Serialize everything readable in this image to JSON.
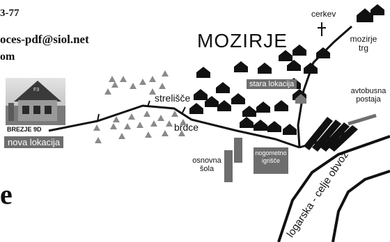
{
  "header": {
    "line1": "3-77",
    "line2": "oces-pdf@siol.net",
    "line3": "om",
    "large_char": "e"
  },
  "map": {
    "town": "MOZIRJE",
    "labels": {
      "cerkev": "cerkev",
      "mozirje_trg_1": "mozirje",
      "mozirje_trg_2": "trg",
      "strelisce": "strelišče",
      "brdce": "brdce",
      "stara_lokacija": "stara lokacija",
      "avtobusna_1": "avtobusna",
      "avtobusna_2": "postaja",
      "osnovna_1": "osnovna",
      "osnovna_2": "šola",
      "nogometno_1": "nogometno",
      "nogometno_2": "igrišče",
      "brezje": "BREZJE 9D",
      "nova_lokacija": "nova lokacija",
      "photo_sign": "F3",
      "road_logarska": "logarska - celje obvoz"
    },
    "colors": {
      "road": "#111111",
      "label_box": "#6e6e6e",
      "building": "#111111",
      "tree": "#8a8a8a"
    }
  }
}
